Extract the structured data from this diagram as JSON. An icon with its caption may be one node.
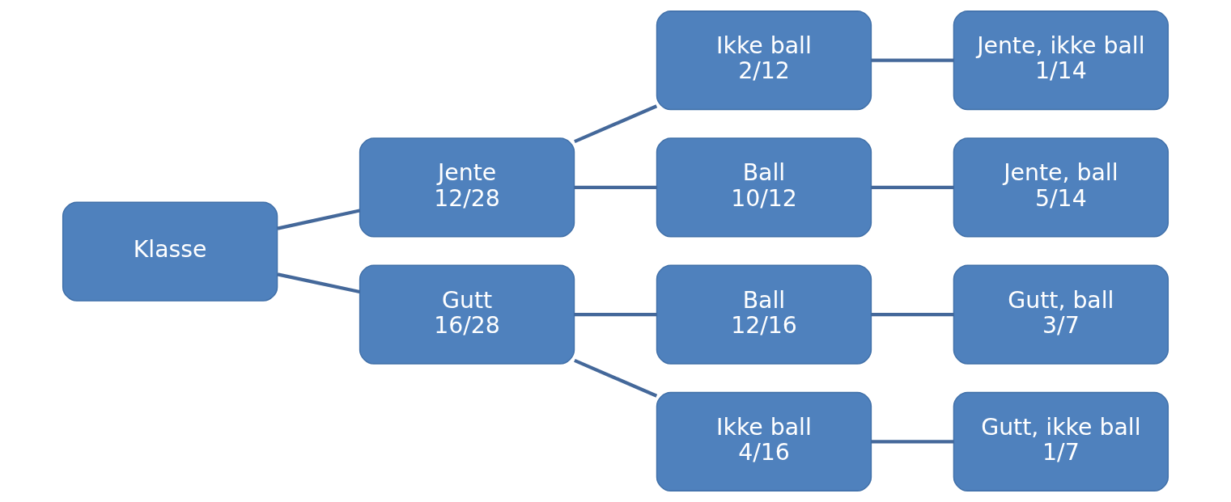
{
  "diagram": {
    "nodes": [
      {
        "text": [
          "Klasse"
        ]
      },
      {
        "text": [
          "Jente",
          "12/28"
        ]
      },
      {
        "text": [
          "Gutt",
          "16/28"
        ]
      },
      {
        "text": [
          "Ikke ball",
          "2/12"
        ]
      },
      {
        "text": [
          "Ball",
          "10/12"
        ]
      },
      {
        "text": [
          "Ball",
          "12/16"
        ]
      },
      {
        "text": [
          "Ikke ball",
          "4/16"
        ]
      },
      {
        "text": [
          "Jente, ikke ball",
          "1/14"
        ]
      },
      {
        "text": [
          "Jente, ball",
          "5/14"
        ]
      },
      {
        "text": [
          "Gutt, ball",
          "3/7"
        ]
      },
      {
        "text": [
          "Gutt, ikke ball",
          "1/7"
        ]
      }
    ],
    "edges": [
      {
        "from": 0,
        "to": 1,
        "arrow": "none"
      },
      {
        "from": 0,
        "to": 2,
        "arrow": "none"
      },
      {
        "from": 1,
        "to": 3,
        "arrow": "none"
      },
      {
        "from": 1,
        "to": 4,
        "arrow": "none"
      },
      {
        "from": 2,
        "to": 5,
        "arrow": "none"
      },
      {
        "from": 2,
        "to": 6,
        "arrow": "none"
      },
      {
        "from": 3,
        "to": 7,
        "arrow": "none"
      },
      {
        "from": 4,
        "to": 8,
        "arrow": "none"
      },
      {
        "from": 5,
        "to": 9,
        "arrow": "none"
      },
      {
        "from": 6,
        "to": 10,
        "arrow": "none"
      }
    ]
  }
}
